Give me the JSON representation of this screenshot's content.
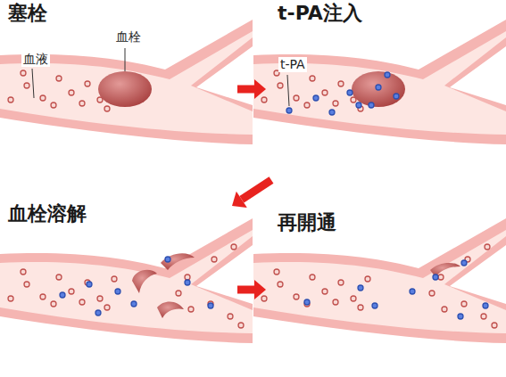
{
  "diagram": {
    "nodes": [
      {
        "text": [
          "塞栓"
        ]
      },
      {
        "text": [
          "t-PA注入"
        ]
      },
      {
        "text": [
          "血栓溶解"
        ]
      },
      {
        "text": [
          "再開通"
        ]
      }
    ],
    "edges": [
      {
        "from": 0,
        "to": 1,
        "arrow": "to"
      },
      {
        "from": 1,
        "to": 2,
        "arrow": "to"
      },
      {
        "from": 2,
        "to": 3,
        "arrow": "to"
      }
    ],
    "labels": [
      "血液",
      "血栓",
      "t-PA"
    ]
  }
}
